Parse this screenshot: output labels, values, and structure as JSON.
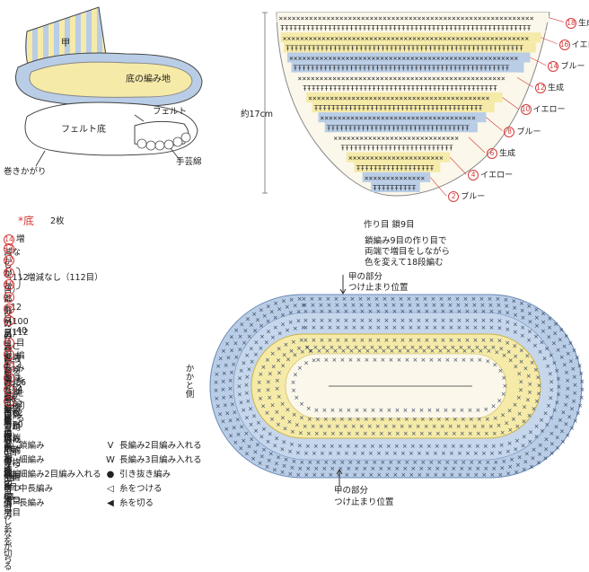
{
  "top_left_illustration": {
    "upper_label": "甲",
    "sole_label": "底の編み地",
    "felt_label": "フェルト",
    "felt_sole_label": "フェルト底",
    "whip_label": "巻きかがり",
    "yarn_label": "手芸綿"
  },
  "instructions": {
    "title": "底",
    "count": "2枚",
    "lines": [
      {
        "num": "14",
        "text": "増減なし（112目）"
      },
      {
        "num": "13",
        "text": "かかと部分のみ糸をつけ28目編み糸を切る"
      },
      {
        "num": "12",
        "text": "かかと部分のみ糸をつけ42目編み糸を切る"
      },
      {
        "num": "11",
        "text": ""
      },
      {
        "num": "10",
        "text": ""
      },
      {
        "num": "9",
        "text": "+12目（112目）両端で均等に6目ずつ増目"
      },
      {
        "num": "8",
        "text": "（100目）ここから糸をブルーに変える"
      },
      {
        "num": "7",
        "text": "足先部分のみ糸をつけ均等に増目しながら"
      },
      {
        "num": "",
        "text": "40目編み糸を切る"
      },
      {
        "num": "6",
        "text": "足先部分のみ糸をつけ33目編み糸を切る"
      },
      {
        "num": "5",
        "text": "+12目（94目）両端で均等に6目ずつ増目"
      },
      {
        "num": "4",
        "text": "増減なし（82目）"
      },
      {
        "num": "3",
        "text": "+12目（82目）両端で均等に6目ずつ増目"
      },
      {
        "num": "2",
        "text": "+6目（70目）両端で均等に3目ずつ増目"
      },
      {
        "num": "1",
        "text": "作り目鎖編み31目　細編み64目"
      }
    ],
    "brace_text": "増減なし（112目）"
  },
  "legend": [
    {
      "icon": "⬭",
      "name": "chain-stitch-icon",
      "label": "鎖編み"
    },
    {
      "icon": "✕",
      "name": "single-crochet-icon",
      "label": "細編み"
    },
    {
      "icon": "⩚",
      "name": "sc-increase-icon",
      "label": "細編み2目編み入れる"
    },
    {
      "icon": "T",
      "name": "half-dc-icon",
      "label": "中長編み"
    },
    {
      "icon": "Ŧ",
      "name": "dc-icon",
      "label": "長編み"
    },
    {
      "icon": "V",
      "name": "dc-2-inc-icon",
      "label": "長編み2目編み入れる"
    },
    {
      "icon": "W",
      "name": "dc-3-inc-icon",
      "label": "長編み3目編み入れる"
    },
    {
      "icon": "●",
      "name": "slip-stitch-icon",
      "label": "引き抜き編み"
    },
    {
      "icon": "◁",
      "name": "join-yarn-icon",
      "label": "糸をつける"
    },
    {
      "icon": "◀",
      "name": "cut-yarn-icon",
      "label": "糸を切る"
    }
  ],
  "top_chart": {
    "height_label": "約17cm",
    "foundation_label": "作り目 鎖9目",
    "note_lines": [
      "鎖編み9目の作り目で",
      "両端で増目をしながら",
      "色を変えて18段編む"
    ],
    "rows": [
      {
        "num": "18",
        "color": "生成"
      },
      {
        "num": "16",
        "color": "イエロー"
      },
      {
        "num": "14",
        "color": "ブルー"
      },
      {
        "num": "12",
        "color": "生成"
      },
      {
        "num": "10",
        "color": "イエロー"
      },
      {
        "num": "8",
        "color": "ブルー"
      },
      {
        "num": "6",
        "color": "生成"
      },
      {
        "num": "4",
        "color": "イエロー"
      },
      {
        "num": "2",
        "color": "ブルー"
      }
    ]
  },
  "oval_chart": {
    "top_label_1": "甲の部分",
    "top_label_2": "つけ止まり位置",
    "bottom_label_1": "甲の部分",
    "bottom_label_2": "つけ止まり位置",
    "side_label": "かかと側"
  },
  "colors": {
    "blue": "#b9cde6",
    "yellow": "#f5eaa8",
    "cream": "#fbf7ea",
    "red": "#d43a3a"
  }
}
